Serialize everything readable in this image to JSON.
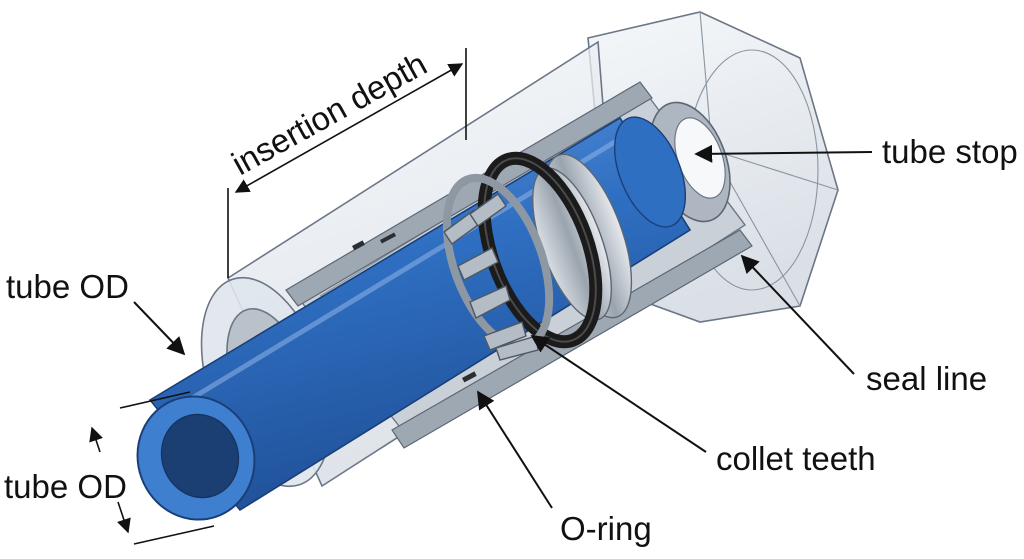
{
  "labels": {
    "insertion_depth": "insertion depth",
    "tube_stop": "tube stop",
    "tube_od_upper": "tube OD",
    "tube_od_lower": "tube OD",
    "seal_line": "seal line",
    "collet_teeth": "collet teeth",
    "o_ring": "O-ring"
  },
  "colors": {
    "tube": "#2f6fc2",
    "tube_dark": "#1f4f96",
    "tube_light": "#5d94dc",
    "body_glass": "#e4e9ef",
    "body_cut": "#b7bfc8",
    "outline": "#6b7686",
    "o_ring": "#1b1b1b",
    "text": "#111111"
  }
}
